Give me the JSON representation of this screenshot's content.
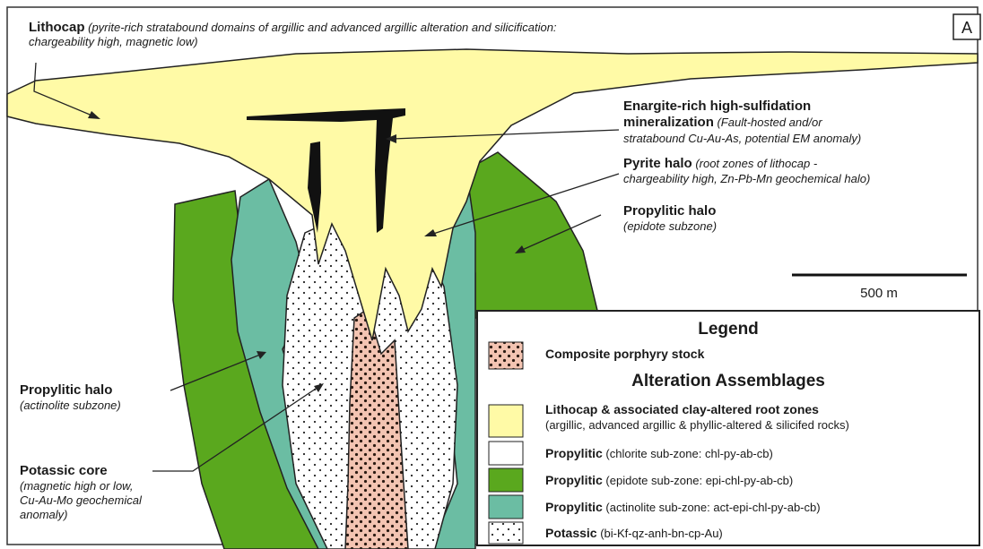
{
  "panel_letter": "A",
  "colors": {
    "lithocap": "#FFFAA6",
    "propylitic_epidote": "#5AA81E",
    "propylitic_actinolite": "#6BBDA3",
    "potassic": "#FFFFFF",
    "porphyry": "#F3C4B2",
    "mineralization": "#111111"
  },
  "labels": {
    "lithocap": {
      "title": "Lithocap",
      "desc1": " (pyrite-rich stratabound domains of argillic and advanced argillic alteration and silicification:",
      "desc2": "chargeability high, magnetic low)"
    },
    "enargite": {
      "line1": "Enargite-rich high-sulfidation",
      "line2_bold": "mineralization",
      "line2_italic": " (Fault-hosted and/or",
      "line3": "stratabound Cu-Au-As, potential EM anomaly)"
    },
    "pyrite": {
      "title": "Pyrite halo",
      "desc1": " (root zones of lithocap -",
      "desc2": "chargeability high, Zn-Pb-Mn geochemical halo)"
    },
    "propylitic_epidote": {
      "title": "Propylitic halo",
      "desc": "(epidote subzone)"
    },
    "propylitic_actinolite": {
      "title": "Propylitic halo",
      "desc": "(actinolite subzone)"
    },
    "potassic": {
      "title": "Potassic core",
      "desc1": "(magnetic high or low,",
      "desc2": "Cu-Au-Mo geochemical",
      "desc3": "anomaly)"
    }
  },
  "scale_bar": {
    "label": "500 m"
  },
  "legend": {
    "title": "Legend",
    "porphyry": "Composite porphyry stock",
    "subtitle": "Alteration Assemblages",
    "items": [
      {
        "bold": "Lithocap & associated clay-altered root zones",
        "rest": "",
        "line2": "(argillic, advanced argillic & phyllic-altered & silicifed rocks)"
      },
      {
        "bold": "Propylitic",
        "rest": " (chlorite sub-zone: chl-py-ab-cb)"
      },
      {
        "bold": "Propylitic",
        "rest": " (epidote sub-zone: epi-chl-py-ab-cb)"
      },
      {
        "bold": "Propylitic",
        "rest": " (actinolite sub-zone: act-epi-chl-py-ab-cb)"
      },
      {
        "bold": "Potassic",
        "rest": " (bi-Kf-qz-anh-bn-cp-Au)"
      }
    ]
  }
}
